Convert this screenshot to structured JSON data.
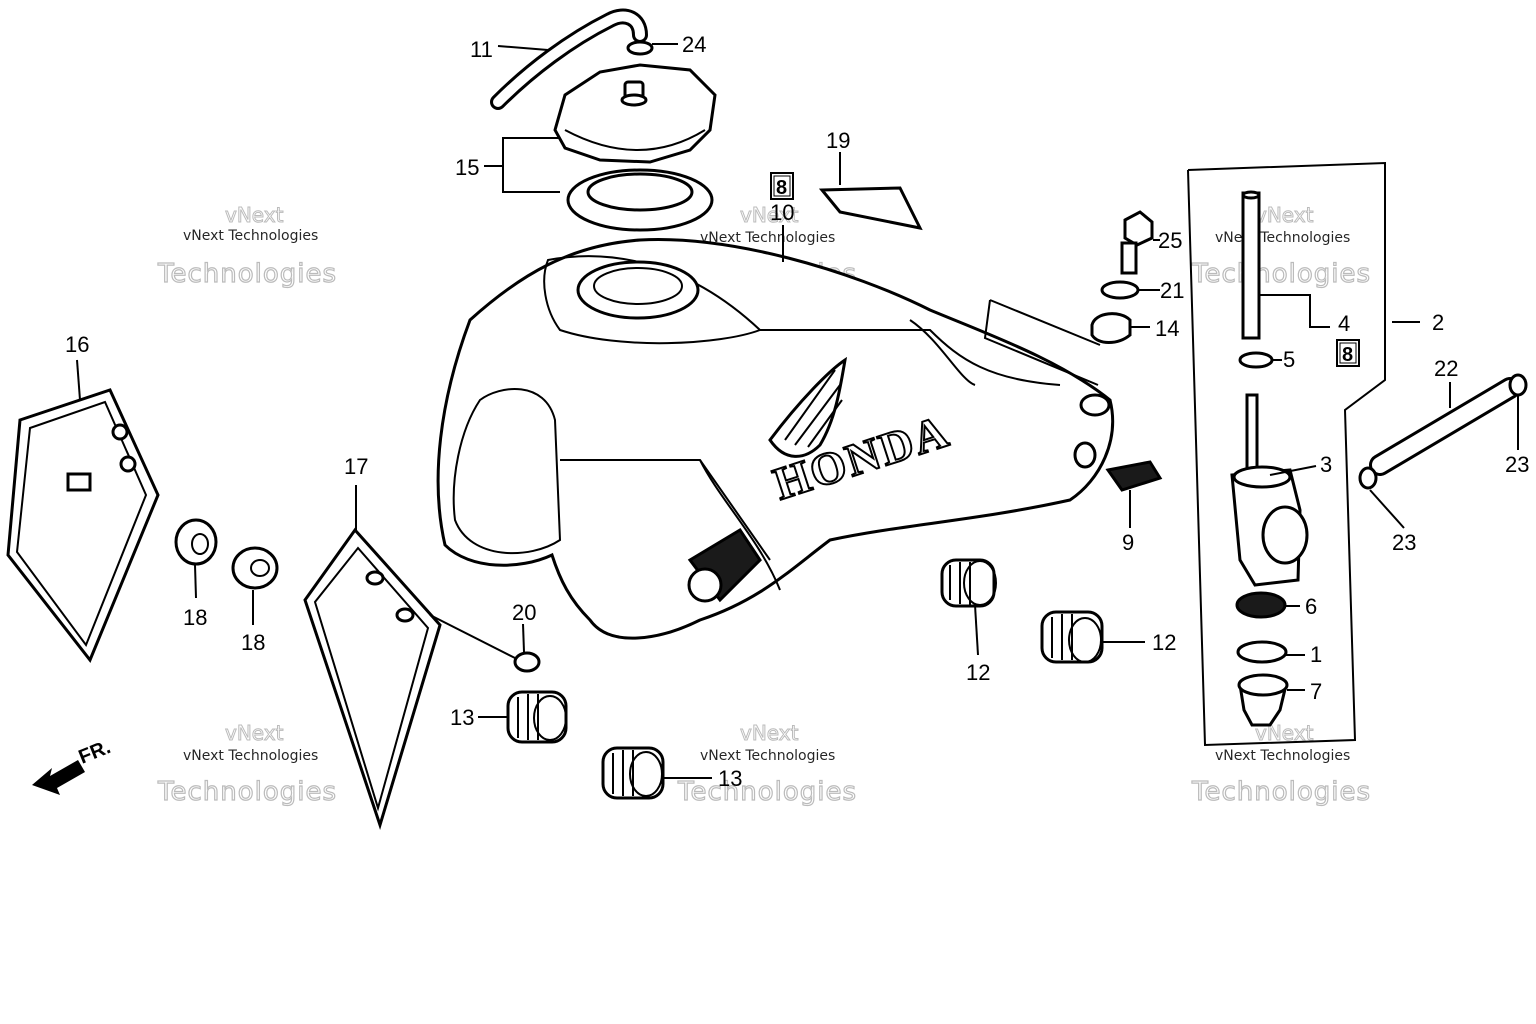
{
  "brand_text": "HONDA",
  "direction_label": "FR.",
  "watermark": {
    "line1": "vNext Technologies",
    "line2": "vNext",
    "line3": "Technologies"
  },
  "callouts": [
    {
      "id": "c11",
      "label": "11"
    },
    {
      "id": "c24",
      "label": "24"
    },
    {
      "id": "c15",
      "label": "15"
    },
    {
      "id": "c19",
      "label": "19"
    },
    {
      "id": "c10",
      "label": "10"
    },
    {
      "id": "c25",
      "label": "25"
    },
    {
      "id": "c21",
      "label": "21"
    },
    {
      "id": "c14",
      "label": "14"
    },
    {
      "id": "c4",
      "label": "4"
    },
    {
      "id": "c5",
      "label": "5"
    },
    {
      "id": "c2",
      "label": "2"
    },
    {
      "id": "c22",
      "label": "22"
    },
    {
      "id": "c3",
      "label": "3"
    },
    {
      "id": "c23a",
      "label": "23"
    },
    {
      "id": "c23b",
      "label": "23"
    },
    {
      "id": "c9",
      "label": "9"
    },
    {
      "id": "c6",
      "label": "6"
    },
    {
      "id": "c1",
      "label": "1"
    },
    {
      "id": "c7",
      "label": "7"
    },
    {
      "id": "c12a",
      "label": "12"
    },
    {
      "id": "c12b",
      "label": "12"
    },
    {
      "id": "c16",
      "label": "16"
    },
    {
      "id": "c17",
      "label": "17"
    },
    {
      "id": "c18a",
      "label": "18"
    },
    {
      "id": "c18b",
      "label": "18"
    },
    {
      "id": "c20",
      "label": "20"
    },
    {
      "id": "c13a",
      "label": "13"
    },
    {
      "id": "c13b",
      "label": "13"
    }
  ],
  "boxed_refs": [
    {
      "id": "b8a",
      "label": "8"
    },
    {
      "id": "b8b",
      "label": "8"
    }
  ]
}
